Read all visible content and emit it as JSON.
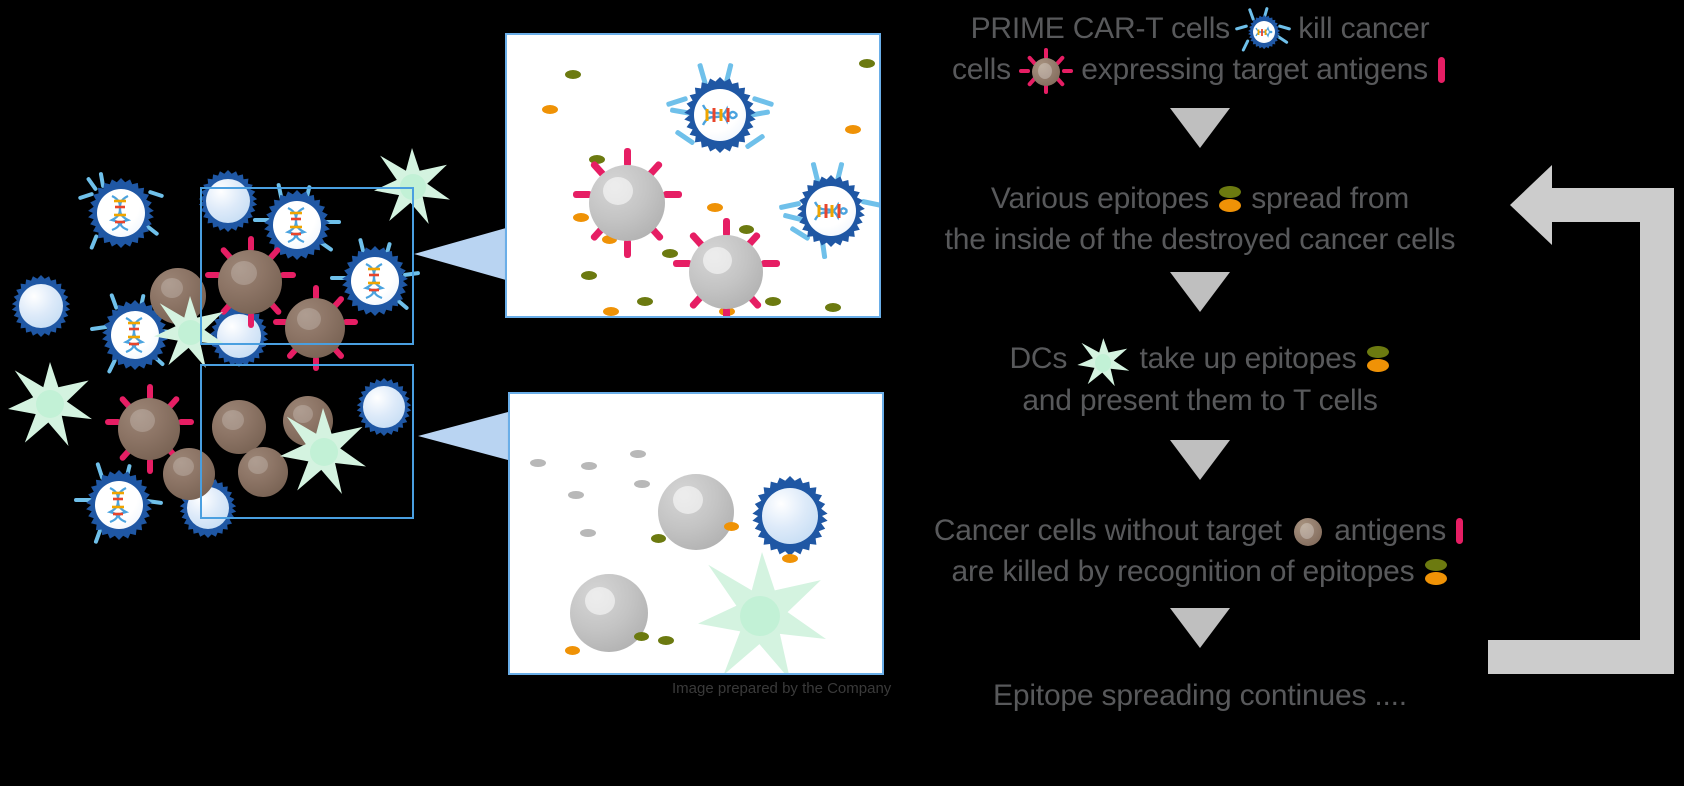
{
  "diagram": {
    "title_implicit": "PRIME CAR-T epitope spreading mechanism",
    "background_color": "#000000"
  },
  "palette": {
    "cart_blue": "#1f57a4",
    "car_prong_blue": "#6fc0ea",
    "tcell_blue": "#1f57a4",
    "cancer_brown": "#8d7566",
    "antigen_pink": "#e61e64",
    "epitope_olive": "#6c7a10",
    "epitope_orange": "#ef9206",
    "dc_mint": "#d4f3e0",
    "dying_gray": "#c4c4c4",
    "arrow_gray": "#bfbfbf",
    "loop_gray": "#cccccc",
    "text_gray": "#58595b",
    "panel_border_blue": "#6aaee8"
  },
  "insets": {
    "top": {
      "name": "killing-of-antigen-positive-cancer-cells",
      "leader_color": "#b9d4f2"
    },
    "bottom": {
      "name": "epitope-uptake-and-presentation",
      "leader_color": "#b9d4f2"
    },
    "caption": "Image prepared by the Company"
  },
  "flow": {
    "steps": [
      {
        "id": "step-1",
        "name": "step-prime-cart-kills-cancer",
        "lines": [
          {
            "parts": [
              {
                "type": "text",
                "text": "PRIME CAR-T  cells "
              },
              {
                "type": "icon",
                "icon": "cart-cell-icon"
              },
              {
                "type": "text",
                "text": " kill cancer"
              }
            ]
          },
          {
            "parts": [
              {
                "type": "text",
                "text": "cells "
              },
              {
                "type": "icon",
                "icon": "cancer-cell-with-antigen-icon"
              },
              {
                "type": "text",
                "text": " expressing target antigens "
              },
              {
                "type": "icon",
                "icon": "antigen-bar-icon"
              }
            ]
          }
        ],
        "plain": "PRIME CAR-T  cells  kill cancer cells  expressing target antigens"
      },
      {
        "id": "step-2",
        "name": "step-epitopes-spread",
        "lines": [
          {
            "parts": [
              {
                "type": "text",
                "text": "Various epitopes "
              },
              {
                "type": "icon",
                "icon": "epitope-pair-icon"
              },
              {
                "type": "text",
                "text": " spread from"
              }
            ]
          },
          {
            "parts": [
              {
                "type": "text",
                "text": "the inside of the destroyed cancer cells"
              }
            ]
          }
        ],
        "plain": "Various epitopes  spread from the inside of the destroyed cancer cells"
      },
      {
        "id": "step-3",
        "name": "step-dcs-present-epitopes",
        "lines": [
          {
            "parts": [
              {
                "type": "text",
                "text": "DCs "
              },
              {
                "type": "icon",
                "icon": "dendritic-cell-icon"
              },
              {
                "type": "text",
                "text": " take up epitopes "
              },
              {
                "type": "icon",
                "icon": "epitope-pair-icon"
              }
            ]
          },
          {
            "parts": [
              {
                "type": "text",
                "text": "and present them to T cells"
              }
            ]
          }
        ],
        "plain": "DCs  take up epitopes  and present them to T cells"
      },
      {
        "id": "step-4",
        "name": "step-antigen-negative-cells-killed",
        "lines": [
          {
            "parts": [
              {
                "type": "text",
                "text": "Cancer cells without target "
              },
              {
                "type": "icon",
                "icon": "cancer-cell-plain-icon"
              },
              {
                "type": "text",
                "text": " antigens "
              },
              {
                "type": "icon",
                "icon": "antigen-bar-icon"
              }
            ]
          },
          {
            "parts": [
              {
                "type": "text",
                "text": "are killed by recognition of epitopes "
              },
              {
                "type": "icon",
                "icon": "epitope-pair-icon"
              }
            ]
          }
        ],
        "plain": "Cancer cells without target  antigens are killed by recognition of epitopes"
      },
      {
        "id": "step-5",
        "name": "step-epitope-spreading-continues",
        "lines": [
          {
            "parts": [
              {
                "type": "text",
                "text": "Epitope spreading continues ...."
              }
            ]
          }
        ],
        "plain": "Epitope spreading continues ...."
      }
    ],
    "connector_arrow": "down-triangle-arrow",
    "feedback_loop": {
      "name": "epitope-spreading-feedback-loop",
      "direction": "from bottom step up and left into step 2",
      "head": "left-pointing-arrowhead"
    }
  },
  "legend_icons": {
    "cart-cell-icon": "PRIME CAR-T cell (blue spiky cell with DNA helix and CAR prongs)",
    "tcell-icon": "T cell (blue spiky cell, pale blue nucleus)",
    "cancer-cell-with-antigen-icon": "cancer cell expressing target antigens (brown sphere with pink spikes)",
    "cancer-cell-plain-icon": "cancer cell without target antigens (brown sphere)",
    "dying-cancer-cell-icon": "destroyed cancer cell (gray sphere)",
    "dendritic-cell-icon": "dendritic cell (pale mint star)",
    "epitope-pair-icon": "epitopes (olive and orange ovals)",
    "antigen-bar-icon": "target antigen marker (pink bar)",
    "epitope-olive-icon": "olive epitope particle",
    "epitope-orange-icon": "orange epitope particle",
    "debris-gray-icon": "gray cell debris particle"
  },
  "habitat": {
    "name": "tumor-microenvironment-overview",
    "selection_boxes": [
      {
        "name": "selection-box-top",
        "links_to": "inset-top"
      },
      {
        "name": "selection-box-bottom",
        "links_to": "inset-bottom"
      }
    ]
  }
}
